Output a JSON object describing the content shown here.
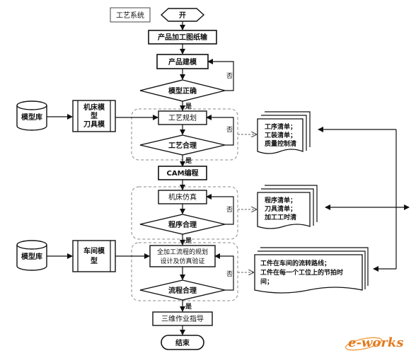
{
  "header": {
    "system_label": "工艺系统"
  },
  "flow": {
    "start": "开",
    "step_drawing": "产品加工图纸输",
    "step_modeling": "产品建模",
    "decision_model": "模型正确",
    "step_process_planning": "工艺规划",
    "decision_process": "工艺合理",
    "step_cam": "CAM编程",
    "step_machine_sim": "机床仿真",
    "decision_program": "程序合理",
    "step_flow_design_line1": "全加工流程的规划",
    "step_flow_design_line2": "设计及仿真验证",
    "decision_flow": "流程合理",
    "step_3d_guide": "三维作业指导",
    "end": "结束",
    "yes": "是",
    "no": "否"
  },
  "left_inputs": {
    "model_lib_1": "模型库",
    "machine_tool_model_line1": "机床模",
    "machine_tool_model_line2": "型",
    "machine_tool_model_line3": "刀具模",
    "model_lib_2": "模型库",
    "workshop_model_line1": "车间模",
    "workshop_model_line2": "型"
  },
  "outputs": {
    "docs_1": [
      "工序清单；",
      "工装清单；",
      "质量控制清"
    ],
    "docs_2": [
      "程序清单；",
      "刀具清单；",
      "加工工时清"
    ],
    "docs_3": [
      "工件在车间的流转路线；",
      "工件在每一个工位上的节拍时",
      "间；"
    ]
  },
  "logo": {
    "text": "e-works"
  }
}
